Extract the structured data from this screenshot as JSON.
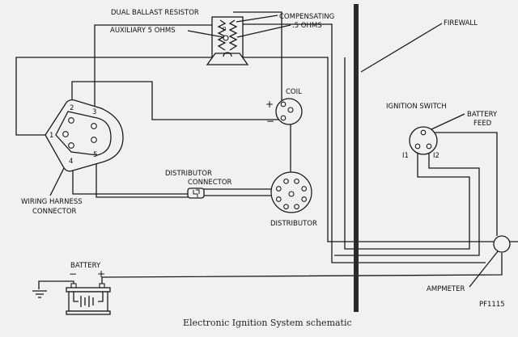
{
  "caption": "Electronic Ignition System schematic",
  "figure_id": "PF1115",
  "labels": {
    "ballast_resistor": "DUAL BALLAST  RESISTOR",
    "auxiliary": "AUXILIARY 5 OHMS",
    "compensating_line1": "COMPENSATING",
    "compensating_line2": ".5 OHMS",
    "firewall": "FIREWALL",
    "coil": "COIL",
    "coil_plus": "+",
    "coil_minus": "−",
    "ignition_switch": "IGNITION  SWITCH",
    "battery_feed_line1": "BATTERY",
    "battery_feed_line2": "FEED",
    "i1": "I1",
    "i2": "I2",
    "distributor_connector_line1": "DISTRIBUTOR",
    "distributor_connector_line2": "CONNECTOR",
    "distributor": "DISTRIBUTOR",
    "harness_line1": "WIRING HARNESS",
    "harness_line2": "CONNECTOR",
    "battery": "BATTERY",
    "battery_minus": "−",
    "battery_plus": "+",
    "ampmeter": "AMPMETER"
  },
  "harness_pins": [
    "1",
    "2",
    "3",
    "4",
    "5"
  ]
}
